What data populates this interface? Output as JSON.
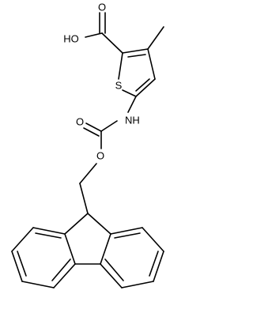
{
  "molecule": {
    "labels": {
      "carbonyl_o_acid": "O",
      "hydroxyl": "HO",
      "ring_sulfur": "S",
      "amide_nh": "NH",
      "carbonyl_o_carbamate": "O",
      "ester_o": "O"
    },
    "colors": {
      "bond": "#000000",
      "label": "#000000",
      "background": "#ffffff"
    }
  }
}
